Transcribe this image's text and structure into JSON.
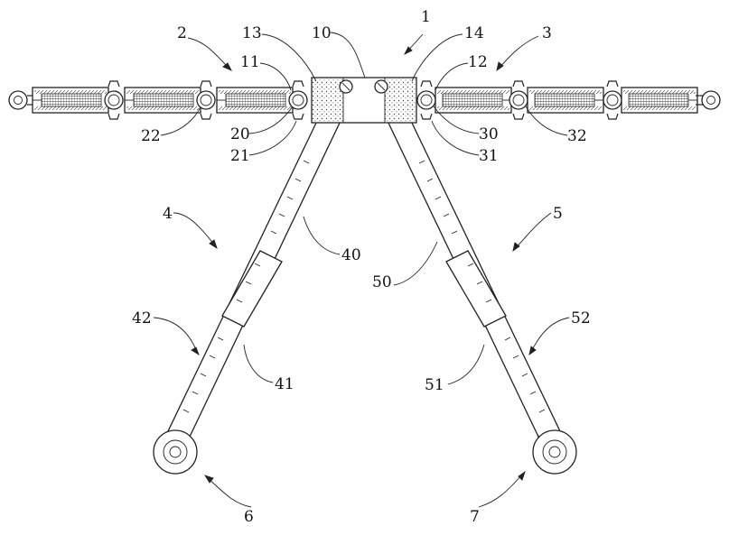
{
  "diagram": {
    "labels": {
      "n1": "1",
      "n2": "2",
      "n3": "3",
      "n4": "4",
      "n5": "5",
      "n6": "6",
      "n7": "7",
      "n10": "10",
      "n11": "11",
      "n12": "12",
      "n13": "13",
      "n14": "14",
      "n20": "20",
      "n21": "21",
      "n22": "22",
      "n30": "30",
      "n31": "31",
      "n32": "32",
      "n40": "40",
      "n41": "41",
      "n42": "42",
      "n50": "50",
      "n51": "51",
      "n52": "52"
    }
  }
}
